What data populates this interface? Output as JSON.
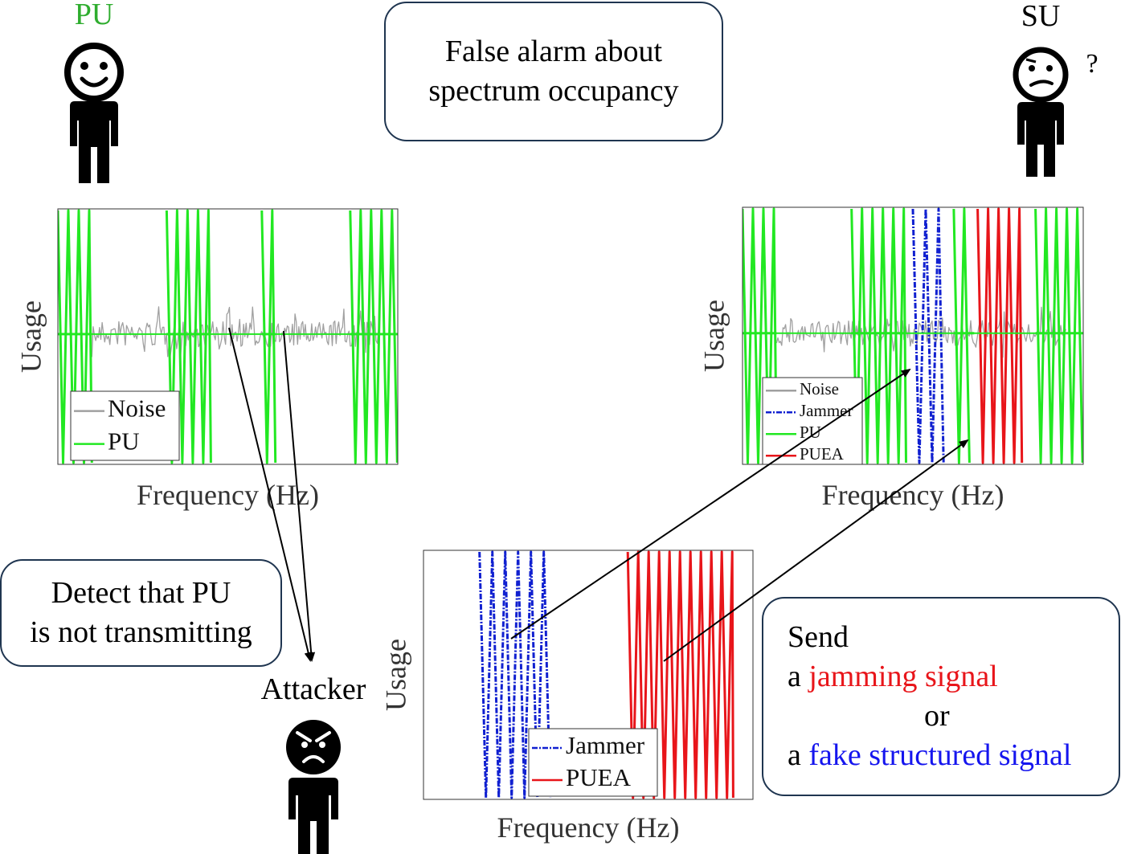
{
  "actors": {
    "pu": {
      "label": "PU",
      "color": "#2fad2f",
      "face": "smiling"
    },
    "su": {
      "label": "SU",
      "mark": "?",
      "face": "confused"
    },
    "attacker": {
      "label": "Attacker",
      "face": "angry"
    }
  },
  "callouts": {
    "false_alarm": {
      "line1": "False alarm about",
      "line2": "spectrum occupancy"
    },
    "detect": {
      "line1": "Detect that PU",
      "line2": "is not transmitting"
    },
    "send": {
      "line1": "Send",
      "line2_prefix": "a ",
      "line2_highlight": "jamming signal",
      "line3": "or",
      "line4_prefix": "a ",
      "line4_highlight": "fake structured signal",
      "highlight_colors": {
        "jamming": "#e8151a",
        "fake": "#1515ee"
      }
    }
  },
  "chart_data": [
    {
      "type": "line",
      "id": "pu_spectrum",
      "xlabel": "Frequency (Hz)",
      "ylabel": "Usage",
      "legend": {
        "placement": "bottom-left",
        "entries": [
          "Noise",
          "PU"
        ]
      },
      "series": [
        {
          "name": "Noise",
          "color": "#a0a0a0",
          "style": "solid",
          "kind": "noise",
          "bands": [
            [
              0.1,
              0.95
            ]
          ]
        },
        {
          "name": "PU",
          "color": "#22e822",
          "style": "solid",
          "kind": "oscillation",
          "bands": [
            [
              0.0,
              0.1
            ],
            [
              0.32,
              0.45
            ],
            [
              0.6,
              0.64
            ],
            [
              0.86,
              1.0
            ]
          ]
        }
      ]
    },
    {
      "type": "line",
      "id": "attacked_spectrum",
      "xlabel": "Frequency (Hz)",
      "ylabel": "Usage",
      "legend": {
        "placement": "bottom-left",
        "entries": [
          "Noise",
          "Jammer",
          "PU",
          "PUEA"
        ]
      },
      "series": [
        {
          "name": "Noise",
          "color": "#a0a0a0",
          "style": "solid",
          "kind": "noise",
          "bands": [
            [
              0.1,
              0.95
            ]
          ]
        },
        {
          "name": "Jammer",
          "color": "#1020d0",
          "style": "dashdot",
          "kind": "oscillation",
          "bands": [
            [
              0.5,
              0.59
            ]
          ]
        },
        {
          "name": "PU",
          "color": "#22e822",
          "style": "solid",
          "kind": "oscillation",
          "bands": [
            [
              0.0,
              0.1
            ],
            [
              0.32,
              0.48
            ],
            [
              0.62,
              0.68
            ],
            [
              0.86,
              1.0
            ]
          ]
        },
        {
          "name": "PUEA",
          "color": "#e8151a",
          "style": "solid",
          "kind": "oscillation",
          "bands": [
            [
              0.69,
              0.82
            ]
          ]
        }
      ]
    },
    {
      "type": "line",
      "id": "attacker_signals",
      "xlabel": "Frequency (Hz)",
      "ylabel": "Usage",
      "legend": {
        "placement": "bottom-center",
        "entries": [
          "Jammer",
          "PUEA"
        ]
      },
      "series": [
        {
          "name": "Jammer",
          "color": "#1020d0",
          "style": "dashdot",
          "kind": "oscillation",
          "bands": [
            [
              0.17,
              0.4
            ]
          ]
        },
        {
          "name": "PUEA",
          "color": "#e8151a",
          "style": "solid",
          "kind": "oscillation",
          "bands": [
            [
              0.62,
              0.94
            ]
          ]
        }
      ]
    }
  ]
}
